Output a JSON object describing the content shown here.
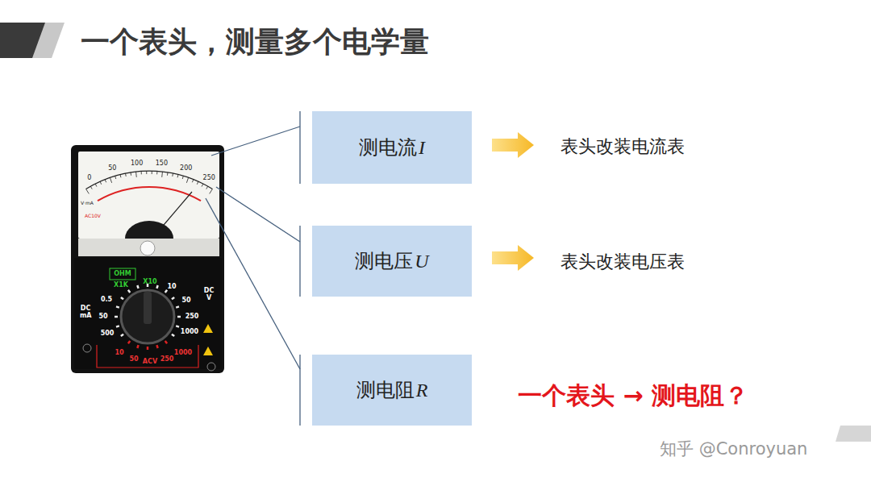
{
  "diagram": {
    "title": "一个表头，测量多个电学量",
    "nodes": [
      {
        "text": [
          "测电流I"
        ]
      },
      {
        "text": [
          "测电压U"
        ]
      },
      {
        "text": [
          "测电阻R"
        ]
      }
    ],
    "labels": [
      "表头改装电流表",
      "表头改装电压表",
      "一个表头 → 测电阻？",
      "知乎 @Conroyuan",
      "0",
      "50",
      "100",
      "150",
      "200",
      "250",
      "V·mA",
      "AC10V",
      "OHM",
      "X1K",
      "X10",
      "DC mA",
      "0.5",
      "50",
      "500",
      "10",
      "50",
      "250",
      "1000",
      "DC V",
      "10",
      "50",
      "ACV",
      "250",
      "1000"
    ]
  }
}
